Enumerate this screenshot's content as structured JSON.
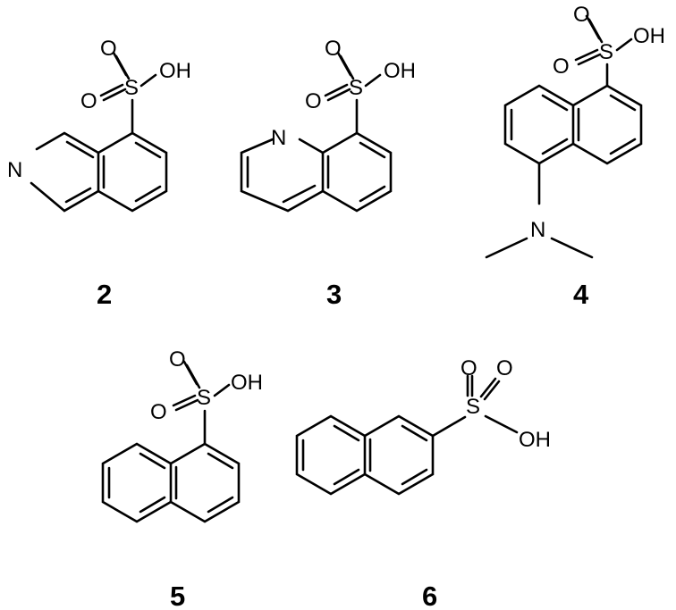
{
  "figure": {
    "molecules": [
      {
        "id": "compound-2",
        "label": "2",
        "atoms": {
          "o_top": "O",
          "o_left": "O",
          "s": "S",
          "oh": "OH",
          "n": "N"
        }
      },
      {
        "id": "compound-3",
        "label": "3",
        "atoms": {
          "o_top": "O",
          "o_left": "O",
          "s": "S",
          "oh": "OH",
          "n": "N"
        }
      },
      {
        "id": "compound-4",
        "label": "4",
        "atoms": {
          "o_top": "O",
          "o_left": "O",
          "s": "S",
          "oh": "OH",
          "n": "N"
        }
      },
      {
        "id": "compound-5",
        "label": "5",
        "atoms": {
          "o_top": "O",
          "o_left": "O",
          "s": "S",
          "oh": "OH"
        }
      },
      {
        "id": "compound-6",
        "label": "6",
        "atoms": {
          "o_top": "O",
          "o_right": "O",
          "s": "S",
          "oh": "OH"
        }
      }
    ]
  }
}
